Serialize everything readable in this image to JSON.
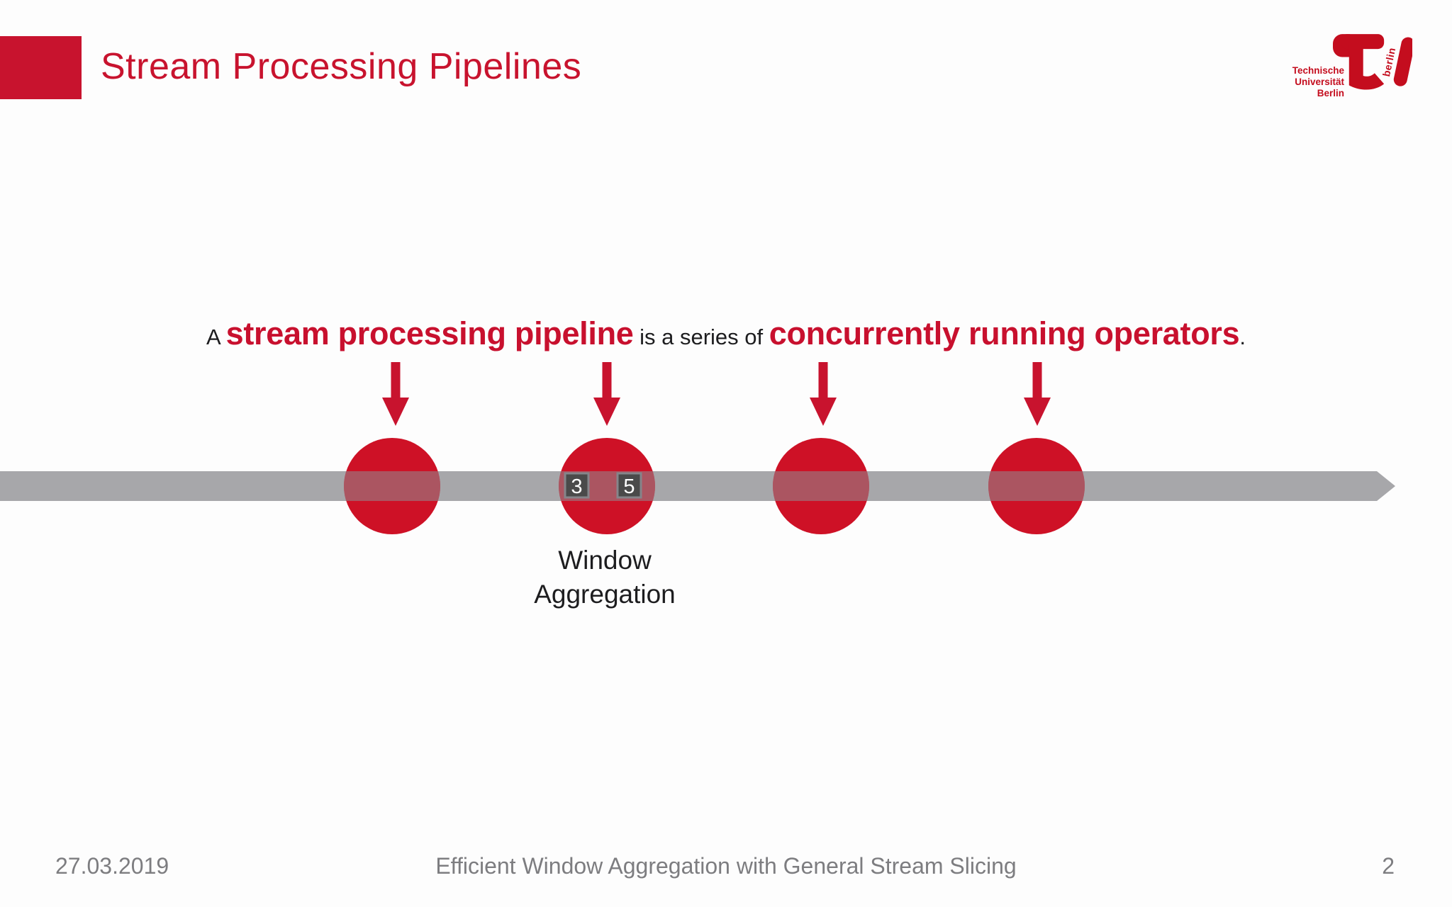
{
  "slide": {
    "title": "Stream Processing Pipelines",
    "date": "27.03.2019",
    "footer_title": "Efficient Window Aggregation with General Stream Slicing",
    "page_number": "2"
  },
  "logo": {
    "institution_lines": [
      "Technische",
      "Universität",
      "Berlin"
    ],
    "mark_text": "berlin"
  },
  "sentence": {
    "prefix": "A ",
    "emphasis1": "stream processing pipeline",
    "middle": " is a series of ",
    "emphasis2": "concurrently running operators",
    "suffix": "."
  },
  "pipeline": {
    "operator_count": 4,
    "labeled_operator_index": 2,
    "label_line1": "Window",
    "label_line2": "Aggregation",
    "tuple_values": [
      "3",
      "5"
    ]
  },
  "colors": {
    "accent_red": "#c8132e",
    "circle_red": "#ce1126",
    "stream_gray": "#a7a7aa",
    "overlap_tint": "#8e8e91",
    "box_fill": "#4a4a4a",
    "box_border": "#85858a",
    "box_text": "#ffffff",
    "footer_gray": "#7d7d80",
    "text_black": "#1d1d1f"
  }
}
